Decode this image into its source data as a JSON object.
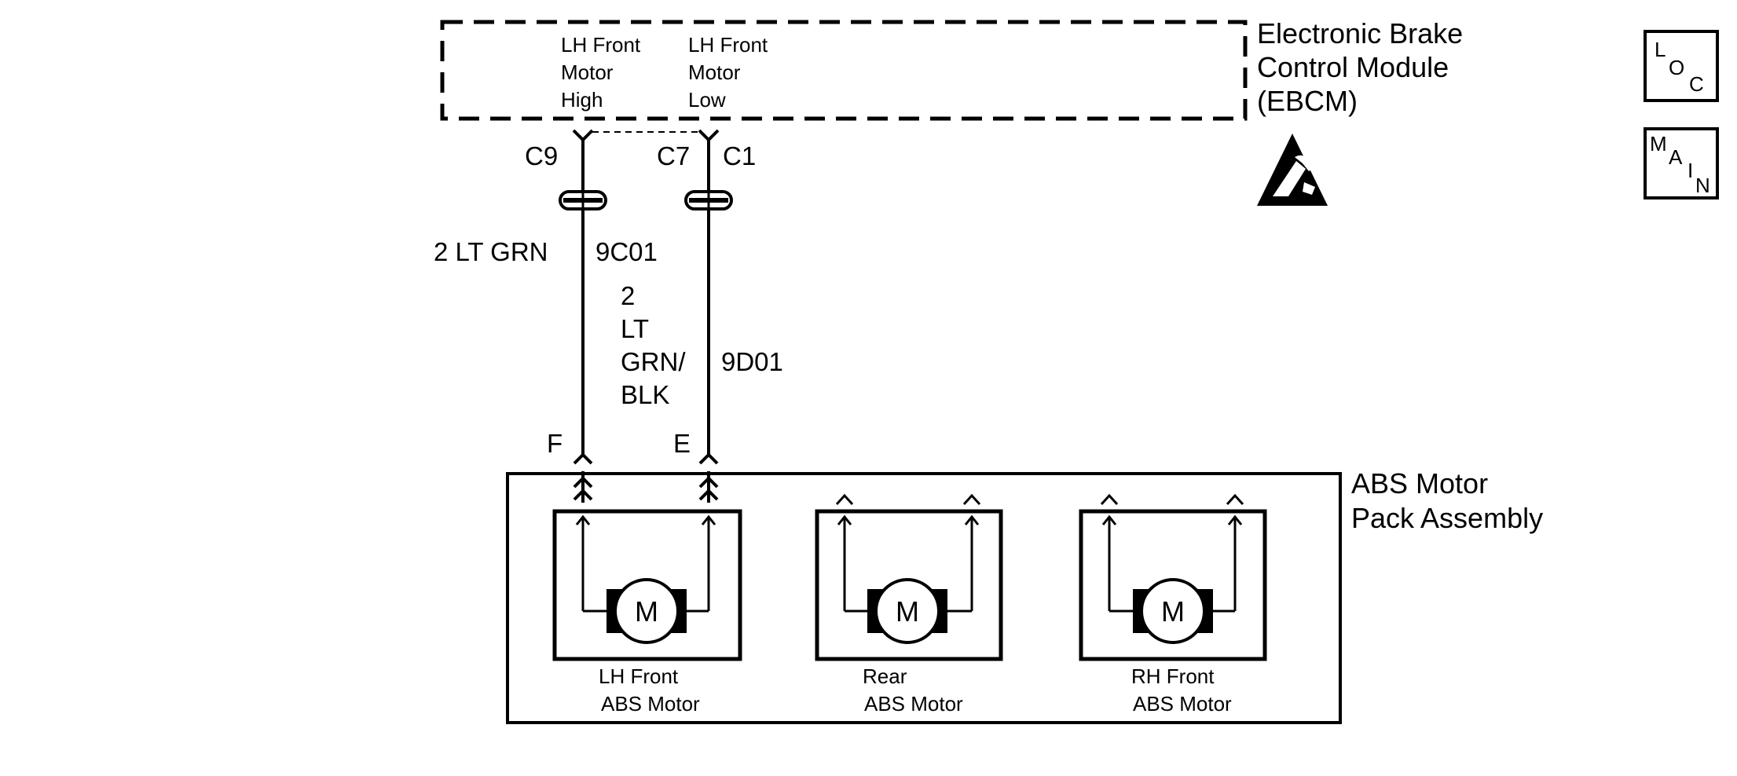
{
  "ebcm": {
    "name_lines": [
      "Electronic Brake",
      "Control Module",
      "(EBCM)"
    ],
    "pins": [
      {
        "lines": [
          "LH Front",
          "Motor",
          "High"
        ]
      },
      {
        "lines": [
          "LH Front",
          "Motor",
          "Low"
        ]
      }
    ]
  },
  "connectors": {
    "c9": "C9",
    "c7": "C7",
    "c1": "C1"
  },
  "wires": {
    "left_color": "2 LT GRN",
    "left_circuit": "9C01",
    "right_color_lines": [
      "2",
      "LT",
      "GRN/",
      "BLK"
    ],
    "right_circuit": "9D01"
  },
  "pack_pins": {
    "f": "F",
    "e": "E"
  },
  "pack": {
    "name_lines": [
      "ABS Motor",
      "Pack Assembly"
    ],
    "motor_symbol": "M",
    "motors": [
      {
        "lines": [
          "LH Front",
          "ABS Motor"
        ]
      },
      {
        "lines": [
          "Rear",
          "ABS Motor"
        ]
      },
      {
        "lines": [
          "RH Front",
          "ABS Motor"
        ]
      }
    ]
  },
  "nav": {
    "loc": {
      "l1": "L",
      "l2": "O",
      "l3": "C"
    },
    "main": {
      "l1": "M",
      "l2": "A",
      "l3": "I",
      "l4": "N"
    }
  },
  "icons": {
    "esd": "esd-warning-icon"
  }
}
